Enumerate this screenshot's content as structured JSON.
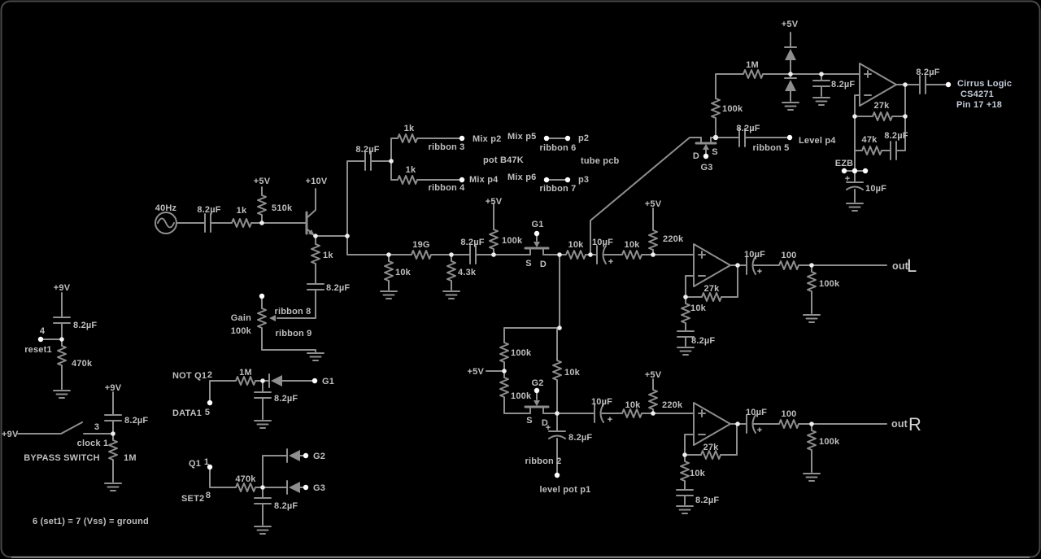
{
  "canvas": {
    "bg": "#000000",
    "wire": "#8e8e8e",
    "text": "#bfbfbf",
    "node": "#ededed",
    "accent_text": "#c3cad8"
  },
  "sym": {
    "plus": "+"
  },
  "input": {
    "freq": "40Hz",
    "c_in": "8.2µF",
    "r_in": "1k",
    "rail_5v": "+5V",
    "r_bias": "510k",
    "rail_10v": "+10V",
    "r_emitter": "1k",
    "c_emitter": "8.2µF"
  },
  "gain": {
    "name": "Gain",
    "value": "100k",
    "ribbon8": "ribbon 8",
    "ribbon9": "ribbon 9"
  },
  "mix": {
    "c_split": "8.2µF",
    "r_top": "1k",
    "r_bot": "1k",
    "ribbon3": "ribbon 3",
    "ribbon4": "ribbon 4",
    "mix_p2": "Mix p2",
    "mix_p4": "Mix p4",
    "mix_p5": "Mix p5",
    "mix_p6": "Mix p6",
    "pot": "pot B47K",
    "ribbon6": "ribbon 6",
    "ribbon7": "ribbon 7",
    "p2": "p2",
    "p3": "p3",
    "tube_pcb": "tube pcb"
  },
  "mid": {
    "r_shunt1": "10k",
    "r_series": "19G",
    "r_shunt2": "4.3k",
    "c_couple": "8.2µF",
    "rail": "+5V",
    "r_pull": "100k",
    "fet": "G1",
    "s": "S",
    "d": "D",
    "r1": "10k",
    "c_pol": "10µF",
    "r2": "10k",
    "rail2": "+5V",
    "r_pull2": "220k"
  },
  "out_l": {
    "r_fb": "27k",
    "r_gnd": "10k",
    "c_gnd": "8.2µF",
    "c_out": "10µF",
    "r_out": "100",
    "r_load": "100k",
    "out": "out",
    "ch": "L"
  },
  "g2": {
    "rail": "+5V",
    "r_up1": "100k",
    "r_up2": "100k",
    "fet": "G2",
    "s": "S",
    "d": "D",
    "r_mid": "10k",
    "c_pol": "8.2µF",
    "ribbon2": "ribbon 2",
    "dest": "level pot p1"
  },
  "mid_r": {
    "c_pol": "10µF",
    "r": "10k",
    "rail": "+5V",
    "r_pull": "220k"
  },
  "out_r": {
    "r_fb": "27k",
    "r_gnd": "10k",
    "c_gnd": "8.2µF",
    "c_out": "10µF",
    "r_out": "100",
    "r_load": "100k",
    "out": "out",
    "ch": "R"
  },
  "adc": {
    "rail": "+5V",
    "r_fb_top": "1M",
    "r_in": "100k",
    "c_filter": "8.2µF",
    "r_fb1": "27k",
    "r_fb2": "47k",
    "c_fb": "8.2µF",
    "ezb": "EZB",
    "c_ez": "10µF",
    "c_out": "8.2µF",
    "dest1": "Cirrus Logic",
    "dest2": "CS4271",
    "dest3": "Pin 17 +18"
  },
  "g3": {
    "d": "D",
    "s": "S",
    "fet": "G3",
    "c_link": "8.2µF",
    "ribbon5": "ribbon 5",
    "dest": "Level p4"
  },
  "pwr": {
    "rail1": "+9V",
    "c1": "8.2µF",
    "pin4": "4",
    "reset": "reset1",
    "r1": "470k",
    "rail2": "+9V",
    "c2": "8.2µF",
    "pin3": "3",
    "rail3": "+9V",
    "clock": "clock 1",
    "switch": "BYPASS SWITCH",
    "r2": "1M",
    "note": "6 (set1) = 7 (Vss) = ground"
  },
  "logic": {
    "not_q1": "NOT Q1",
    "pin2": "2",
    "r1": "1M",
    "g1": "G1",
    "c1": "8.2µF",
    "data1": "DATA1",
    "pin5": "5",
    "q1": "Q1",
    "pin1": "1",
    "r2": "470k",
    "g2": "G2",
    "g3": "G3",
    "c2": "8.2µF",
    "set2": "SET2",
    "pin8": "8"
  }
}
